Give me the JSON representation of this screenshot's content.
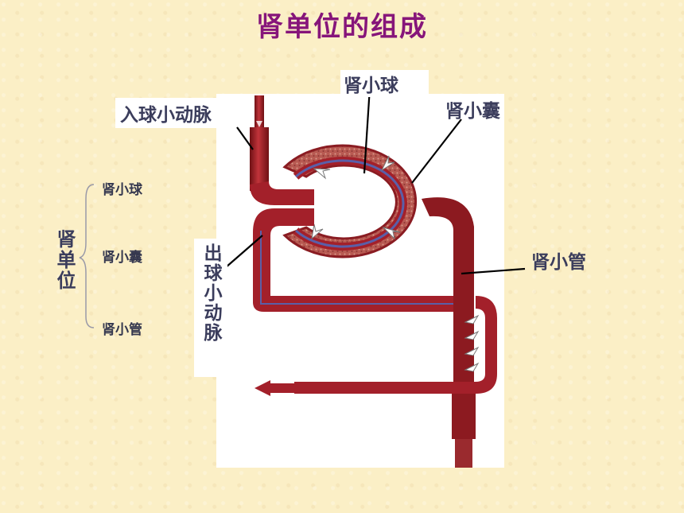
{
  "title": "肾单位的组成",
  "labels": {
    "glomerulus": "肾小球",
    "capsule": "肾小囊",
    "tubule": "肾小管",
    "afferent": "入球小动脉",
    "efferent": "出球小动脉"
  },
  "structure": {
    "root": "肾单位",
    "items": [
      "肾小球",
      "肾小囊",
      "肾小管"
    ]
  },
  "colors": {
    "title": "#86157a",
    "vessel": "#a3202a",
    "vessel_dark": "#6e1014",
    "capsule": "#b8574f",
    "label_text": "#3b3d5c"
  }
}
